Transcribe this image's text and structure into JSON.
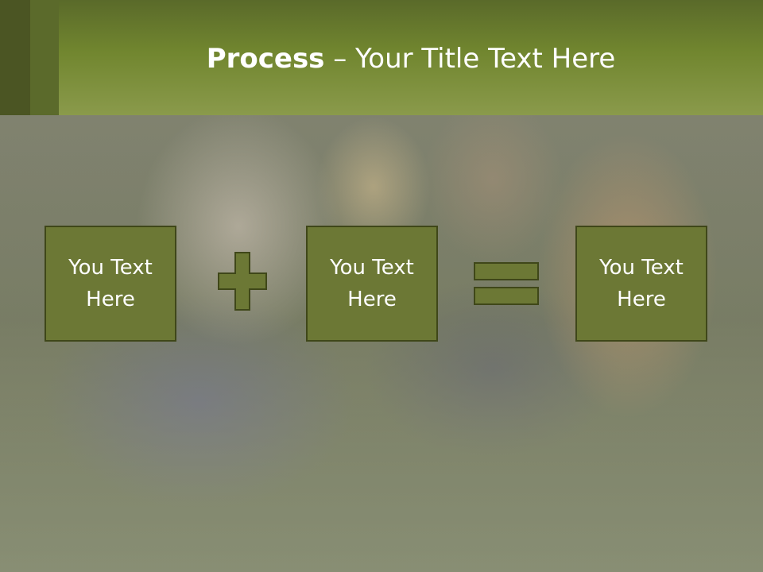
{
  "title": {
    "bold": "Process",
    "rest": " – Your Title Text Here"
  },
  "boxes": [
    {
      "line1": "You Text",
      "line2": "Here"
    },
    {
      "line1": "You Text",
      "line2": "Here"
    },
    {
      "line1": "You Text",
      "line2": "Here"
    }
  ],
  "icons": {
    "plus": "plus-icon",
    "equals": "equals-icon"
  },
  "colors": {
    "header": "#71862f",
    "box_fill": "#6c7835",
    "box_border": "#3f4719",
    "text": "#ffffff"
  }
}
